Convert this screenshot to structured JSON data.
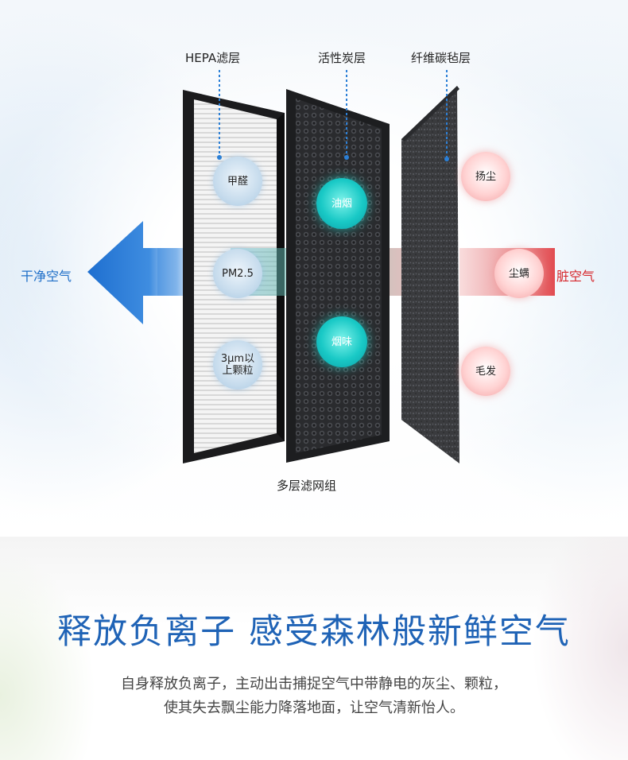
{
  "layers": {
    "hepa_label": "HEPA滤层",
    "carbon_label": "活性炭层",
    "fiber_label": "纤维碳毡层",
    "group_label": "多层滤网组"
  },
  "flow": {
    "clean_air": "干净空气",
    "dirty_air": "脏空气"
  },
  "bubbles": {
    "hepa": [
      "甲醛",
      "PM2.5",
      "3μm以\n上颗粒"
    ],
    "carbon": [
      "油烟",
      "烟味"
    ],
    "fiber": [
      "扬尘",
      "尘螨",
      "毛发"
    ]
  },
  "headline": "释放负离子  感受森林般新鲜空气",
  "description": {
    "line1": "自身释放负离子，主动出击捕捉空气中带静电的灰尘、颗粒，",
    "line2": "使其失去飘尘能力降落地面，让空气清新怡人。"
  },
  "colors": {
    "clean_blue": "#1f6fc8",
    "dirty_red": "#d6262b",
    "headline_blue": "#1f63b6"
  }
}
